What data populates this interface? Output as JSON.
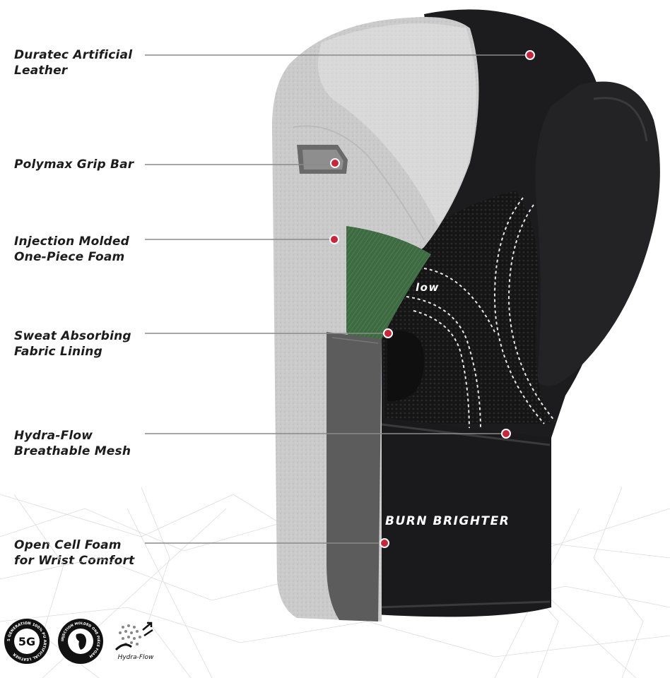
{
  "callouts": [
    {
      "line1": "Duratec Artificial",
      "line2": "Leather"
    },
    {
      "line1": "Polymax Grip Bar",
      "line2": ""
    },
    {
      "line1": "Injection Molded",
      "line2": "One-Piece Foam"
    },
    {
      "line1": "Sweat Absorbing",
      "line2": "Fabric Lining"
    },
    {
      "line1": "Hydra-Flow",
      "line2": "Breathable Mesh"
    },
    {
      "line1": "Open Cell Foam",
      "line2": "for  Wrist Comfort"
    }
  ],
  "glove": {
    "strap_text": "BURN BRIGHTER",
    "palm_text": "low"
  },
  "badges": {
    "first_text": "5 GENERATION 100% PU ARTIFICIAL LEATHER",
    "first_center": "5G",
    "second_text": "INJECTION MOLDED ONE PIECE FOAM",
    "third_label": "Hydra-Flow"
  },
  "colors": {
    "foam": "#c9c9c9",
    "leather": "#1b1b1d",
    "lining": "#3f6b42",
    "marker": "#c5283d",
    "line": "#8a8a8a"
  }
}
